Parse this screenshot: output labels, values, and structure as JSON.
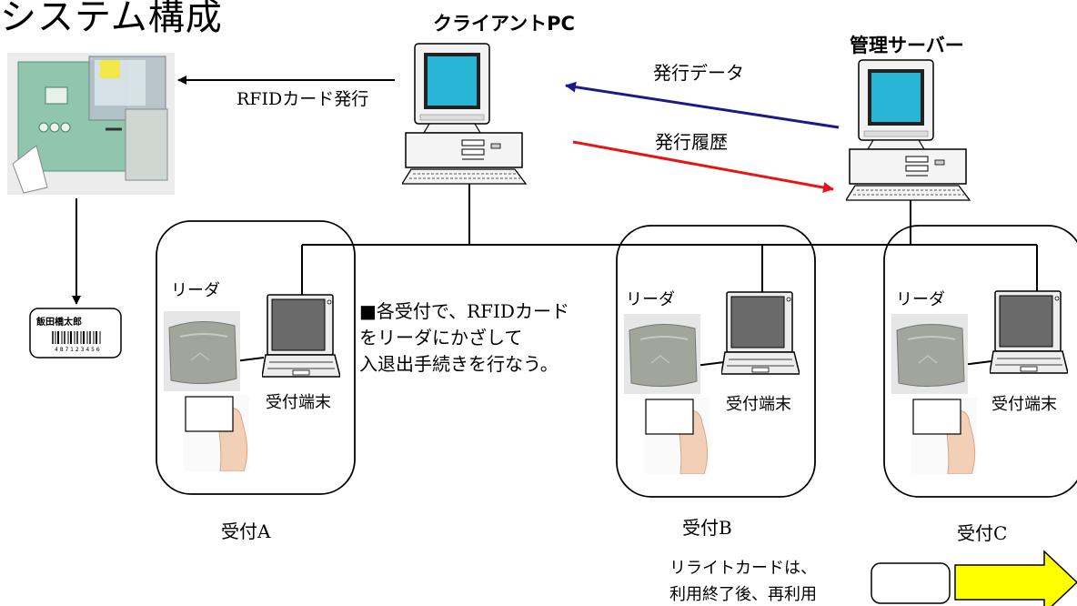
{
  "title": "システム構成",
  "nodes": {
    "client_pc": "クライアントPC",
    "server": "管理サーバー"
  },
  "flows": {
    "issue_card": "RFIDカード発行",
    "issue_data": "発行データ",
    "issue_history": "発行履歴"
  },
  "card_label": {
    "name": "飯田橋太郎",
    "barcode_digits": "4 8 7 1 2 3 4 5 6"
  },
  "note": "■各受付で、RFIDカード\nをリーダにかざして\n入退出手続きを行なう。",
  "stations": [
    {
      "reader": "リーダ",
      "terminal": "受付端末",
      "name": "受付A"
    },
    {
      "reader": "リーダ",
      "terminal": "受付端末",
      "name": "受付B"
    },
    {
      "reader": "リーダ",
      "terminal": "受付端末",
      "name": "受付C"
    }
  ],
  "rewrite_note": [
    "リライトカードは、",
    "利用終了後、再利用"
  ],
  "colors": {
    "issue_data_arrow": "#1a1a8c",
    "issue_history_arrow": "#e81414",
    "reuse_arrow": "#ffff00",
    "monitor_screen": "#29b6d6",
    "printer_body": "#8fc6ad"
  }
}
